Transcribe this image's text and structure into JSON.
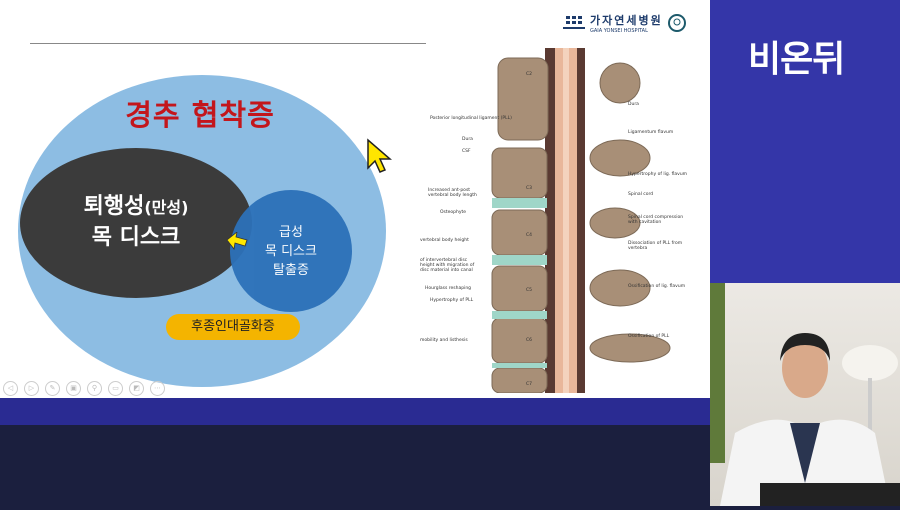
{
  "slide": {
    "title": "경추 협착증",
    "dark_circle": {
      "line1": "퇴행성",
      "paren": "(만성)",
      "line2": "목 디스크"
    },
    "blue_circle": {
      "line1": "급성",
      "line2": "목 디스크",
      "line3": "탈출증"
    },
    "pill": "후종인대골화증",
    "logo": {
      "korean": "가자연세병원",
      "english": "GAIA YONSEI HOSPITAL"
    },
    "spine_labels_left": [
      "Posterior longitudinal ligament (PLL)",
      "Dura",
      "CSF",
      "Increased ant-post vertebral body length",
      "Osteophyte",
      "vertebral body height",
      "of intervertebral disc height with migration of disc material into canal",
      "Hourglass reshaping",
      "Hypertrophy of PLL",
      "mobility and listhesis"
    ],
    "spine_labels_right": [
      "Dura",
      "Ligamentum flavum",
      "Hypertrophy of lig. flavum",
      "Spinal cord",
      "Spinal cord compression with cavitation",
      "Dissociation of PLL from vertebra",
      "Ossification of lig. flavum",
      "Ossification of PLL"
    ],
    "vertebrae": [
      "C2",
      "C3",
      "C4",
      "C5",
      "C6",
      "C7"
    ]
  },
  "controls": [
    "previous",
    "next",
    "pen",
    "slides",
    "zoom",
    "subtitles",
    "screen",
    "more"
  ],
  "brand": "비온뒤"
}
